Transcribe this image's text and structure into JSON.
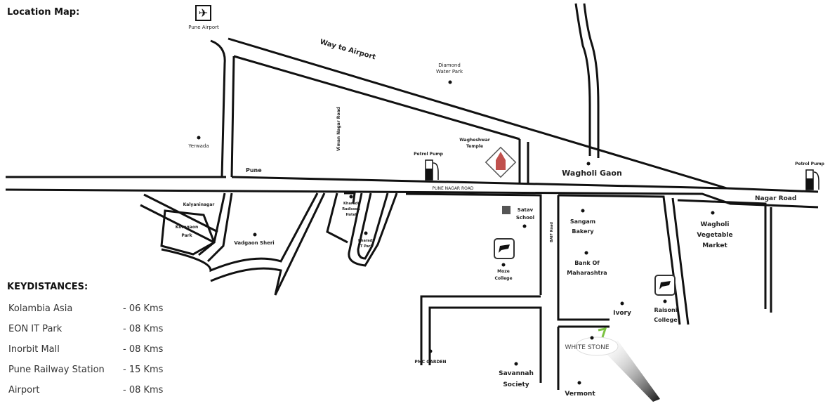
{
  "title": "Location Map:",
  "places": {
    "pune_airport": "Pune Airport",
    "way_to_airport": "Way to Airport",
    "diamond_1": "Diamond",
    "diamond_2": "Water Park",
    "viman_nagar_road": "Viman Nagar Road",
    "yerwada": "Yerwada",
    "pune": "Pune",
    "petrol_pump": "Petrol Pump",
    "wagheshwar_1": "Wagheshwar",
    "wagheshwar_2": "Temple",
    "wagholi_gaon": "Wagholi Gaon",
    "petrol_pump_right": "Petrol Pump",
    "nagar_road": "Nagar Road",
    "pune_nagar_road": "PUNE NAGAR ROAD",
    "kalyaninagar": "Kalyaninagar",
    "koregaon_1": "Koregaon",
    "koregaon_2": "Park",
    "vadgaon_sheri": "Vadgaon Sheri",
    "radisson_1": "Kharadi",
    "radisson_2": "Radisson",
    "radisson_3": "Hotel",
    "itpark_1": "Kharadi",
    "itpark_2": "IT Park",
    "satav_1": "Satav",
    "satav_2": "School",
    "baif_road": "BAIF Road",
    "moze_1": "Moze",
    "moze_2": "College",
    "sangam_1": "Sangam",
    "sangam_2": "Bakery",
    "bank_1": "Bank Of",
    "bank_2": "Maharashtra",
    "veg_1": "Wagholi",
    "veg_2": "Vegetable",
    "veg_3": "Market",
    "ivory": "Ivory",
    "raisoni_1": "Raisoni",
    "raisoni_2": "College",
    "white_stone": "WHITE STONE",
    "pmc_garden": "PMC GARDEN",
    "savannah_1": "Savannah",
    "savannah_2": "Society",
    "vermont": "Vermont"
  },
  "key_distances": {
    "heading": "KEYDISTANCES:",
    "items": [
      {
        "name": "Kolambia Asia",
        "distance": "- 06 Kms"
      },
      {
        "name": "EON IT Park",
        "distance": "- 08 Kms"
      },
      {
        "name": "Inorbit Mall",
        "distance": "- 08 Kms"
      },
      {
        "name": "Pune Railway Station",
        "distance": "- 15 Kms"
      },
      {
        "name": "Airport",
        "distance": "- 08 Kms"
      }
    ]
  },
  "colors": {
    "road": "#111111",
    "project_marker": "#7cc242"
  },
  "icons": [
    "airplane-icon",
    "petrol-pump-icon",
    "temple-icon",
    "school-icon",
    "college-icon",
    "location-pin-icon"
  ]
}
